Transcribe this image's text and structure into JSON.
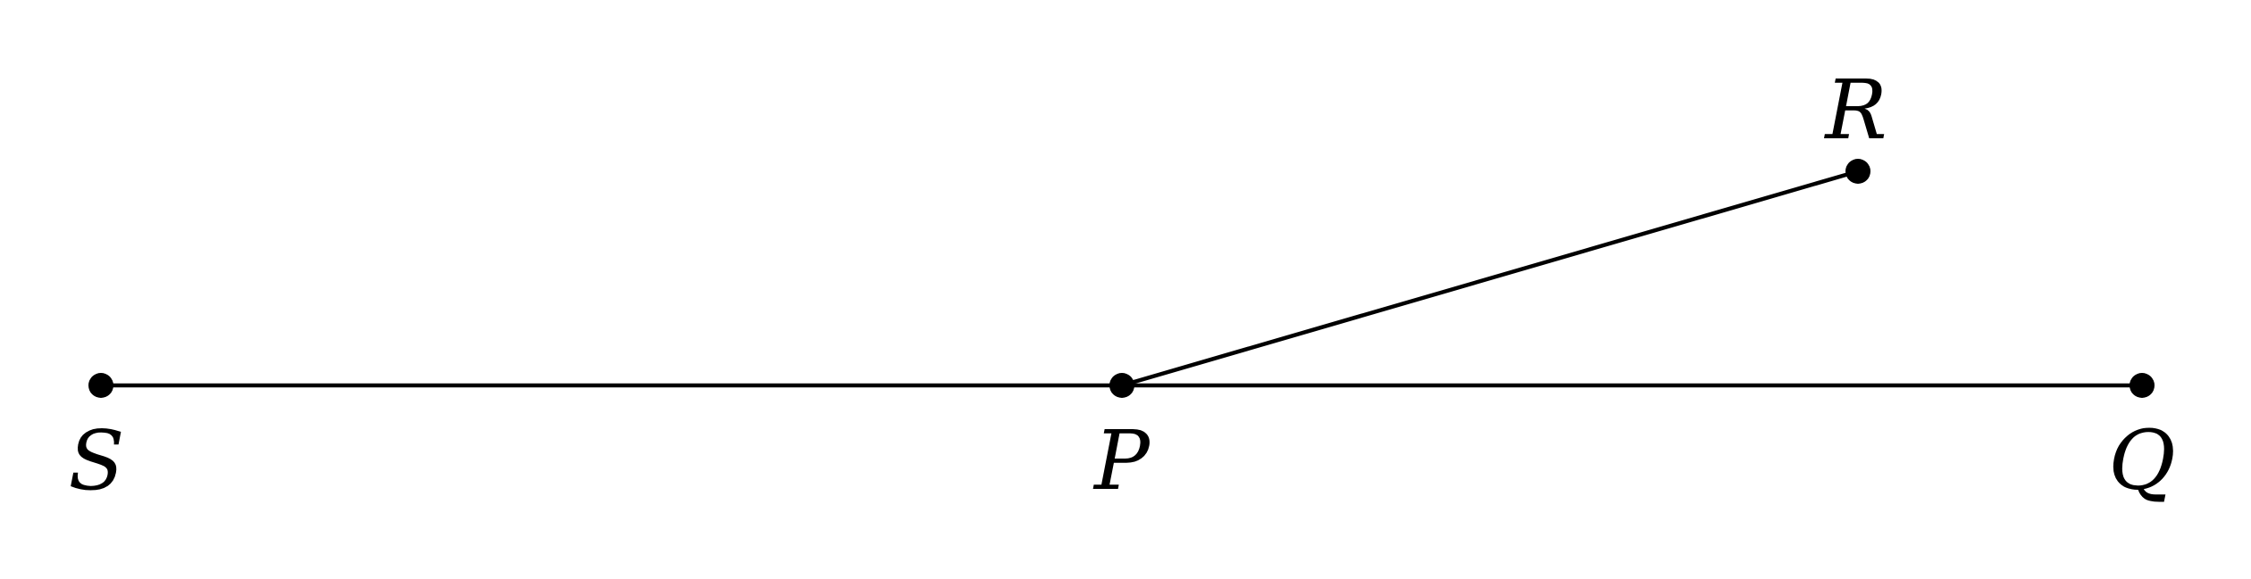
{
  "points": {
    "S": {
      "label": "S"
    },
    "P": {
      "label": "P"
    },
    "Q": {
      "label": "Q"
    },
    "R": {
      "label": "R"
    }
  },
  "segments": [
    {
      "from": "S",
      "to": "Q"
    },
    {
      "from": "P",
      "to": "R"
    }
  ],
  "colors": {
    "stroke": "#000000",
    "background": "#ffffff"
  }
}
